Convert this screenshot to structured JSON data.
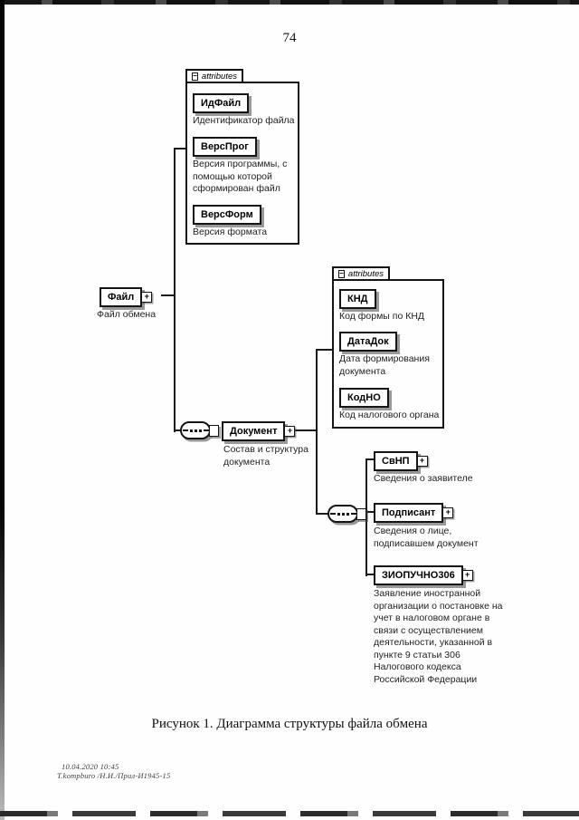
{
  "page": {
    "number": "74",
    "figure_caption": "Рисунок 1. Диаграмма структуры файла обмена",
    "footer": {
      "line1": "10.04.2020 10:45",
      "line2": "T.kompburo /Н.И./Прил-И1945-15"
    }
  },
  "icons": {
    "plus": "+",
    "minus": "−"
  },
  "colors": {
    "ink": "#1b1b1b",
    "paper": "#fefefe"
  },
  "diagram": {
    "root_element": {
      "name": "Файл",
      "annotation": "Файл обмена"
    },
    "file_attributes": {
      "header": "attributes",
      "items": [
        {
          "name": "ИдФайл",
          "annotation": "Идентификатор файла"
        },
        {
          "name": "ВерсПрог",
          "annotation": "Версия программы, с помощью которой сформирован файл"
        },
        {
          "name": "ВерсФорм",
          "annotation": "Версия формата"
        }
      ]
    },
    "document_element": {
      "name": "Документ",
      "annotation": "Состав и структура документа"
    },
    "document_attributes": {
      "header": "attributes",
      "items": [
        {
          "name": "КНД",
          "annotation": "Код формы по КНД"
        },
        {
          "name": "ДатаДок",
          "annotation": "Дата формирования документа"
        },
        {
          "name": "КодНО",
          "annotation": "Код налогового органа"
        }
      ]
    },
    "document_children": [
      {
        "name": "СвНП",
        "annotation": "Сведения о заявителе"
      },
      {
        "name": "Подписант",
        "annotation": "Сведения о лице, подписавшем документ"
      },
      {
        "name": "ЗИОПУЧНО306",
        "annotation": "Заявление иностранной организации о постановке на учет в налоговом органе в связи с осуществлением деятельности, указанной в пункте 9 статьи 306 Налогового кодекса Российской Федерации"
      }
    ]
  }
}
